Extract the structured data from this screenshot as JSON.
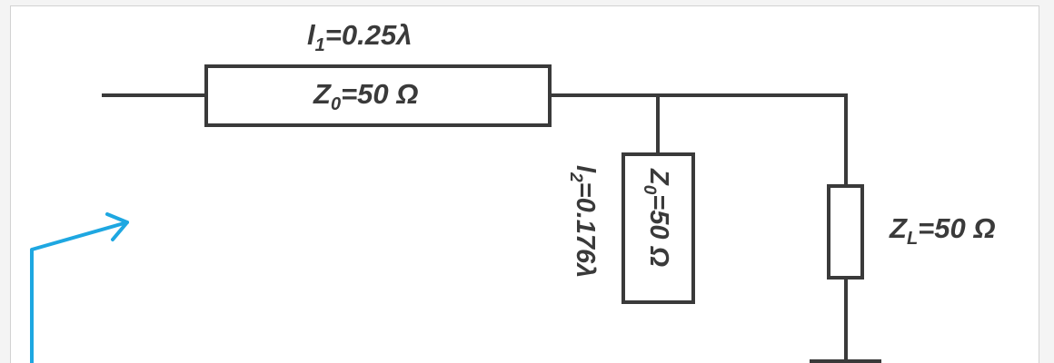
{
  "labels": {
    "l1": {
      "symbol": "l",
      "sub": "1",
      "value": "=0.25λ"
    },
    "z0_series": {
      "symbol": "Z",
      "sub": "0",
      "value": "=50 Ω"
    },
    "l2": {
      "symbol": "l",
      "sub": "2",
      "value": "=0.176λ"
    },
    "z0_stub": {
      "symbol": "Z",
      "sub": "0",
      "value": "=50 Ω"
    },
    "zl": {
      "symbol": "Z",
      "sub": "L",
      "value": "=50 Ω"
    }
  },
  "colors": {
    "wire": "#3a3a3a",
    "label": "#3a3a3a",
    "arrow": "#1ea7e1"
  }
}
